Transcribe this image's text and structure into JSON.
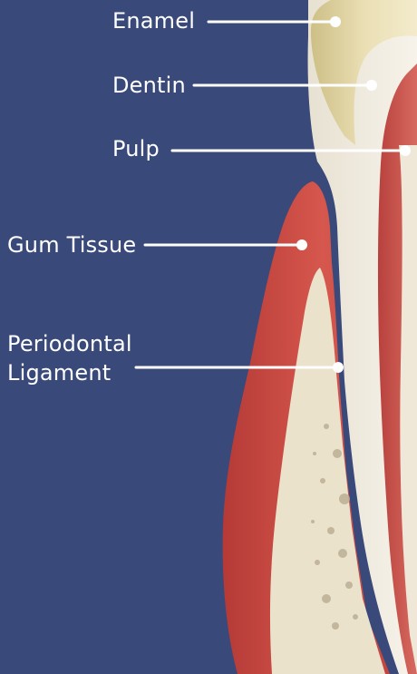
{
  "colors": {
    "background": "#39497a",
    "label_text": "#ffffff",
    "leader_line": "#ffffff",
    "enamel": "#e8dcb0",
    "dentin": "#f0ece1",
    "pulp": "#c44a45",
    "gum_tissue": "#c8463f",
    "bone": "#ece4cf"
  },
  "labels": {
    "enamel": "Enamel",
    "dentin": "Dentin",
    "pulp": "Pulp",
    "gum_tissue": "Gum Tissue",
    "periodontal_ligament_line1": "Periodontal",
    "periodontal_ligament_line2": "Ligament"
  }
}
